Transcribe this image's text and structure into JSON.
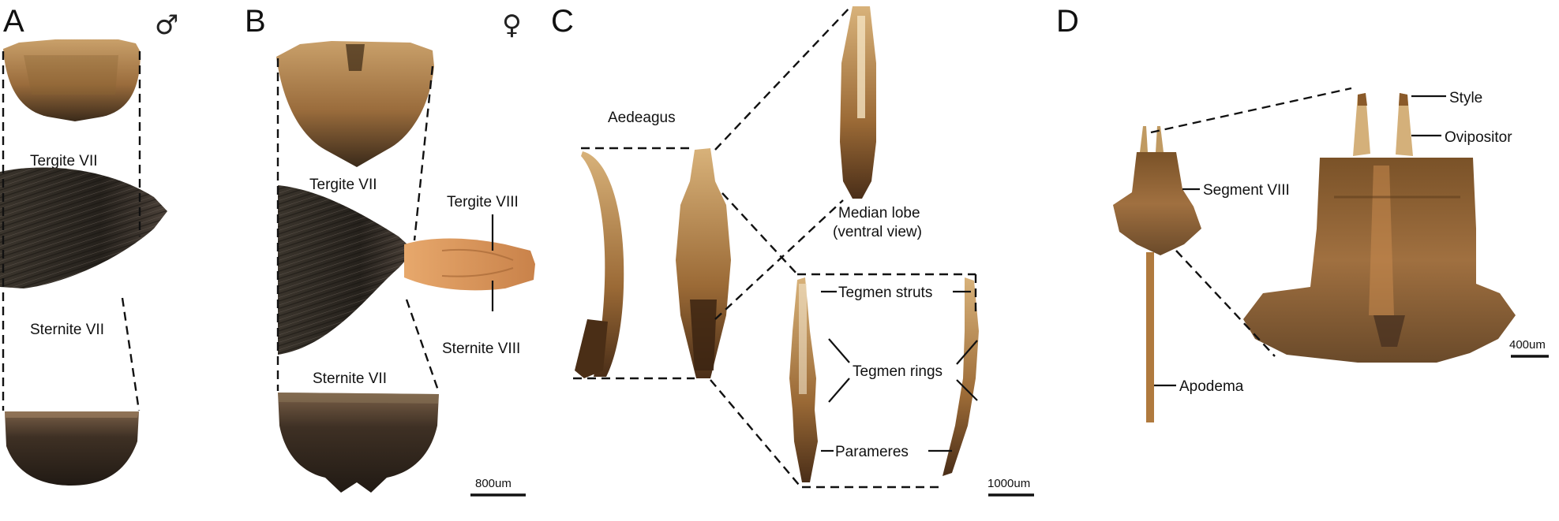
{
  "figure": {
    "panels": {
      "A": {
        "letter": "A",
        "sex_symbol": "♂",
        "labels": {
          "tergite": "Tergite VII",
          "sternite": "Sternite VII"
        }
      },
      "B": {
        "letter": "B",
        "sex_symbol": "♀",
        "labels": {
          "tergite": "Tergite VII",
          "sternite": "Sternite VII",
          "tergite8": "Tergite VIII",
          "sternite8": "Sternite VIII"
        }
      },
      "C": {
        "letter": "C",
        "labels": {
          "aedeagus": "Aedeagus",
          "median1": "Median lobe",
          "median2": "(ventral view)",
          "struts": "Tegmen struts",
          "rings": "Tegmen rings",
          "parameres": "Parameres"
        }
      },
      "D": {
        "letter": "D",
        "labels": {
          "style": "Style",
          "ovipositor": "Ovipositor",
          "segment": "Segment VIII",
          "apodema": "Apodema"
        }
      }
    },
    "scale_bars": {
      "ab": "800um",
      "c": "1000um",
      "d": "400um"
    },
    "colors": {
      "chitin_light": "#b88a52",
      "chitin_mid": "#8a5a2a",
      "chitin_dark": "#3a2816",
      "hair": "#2a2622",
      "ovipositor_orange": "#d9965a",
      "dashed_lines": "#111111"
    }
  }
}
